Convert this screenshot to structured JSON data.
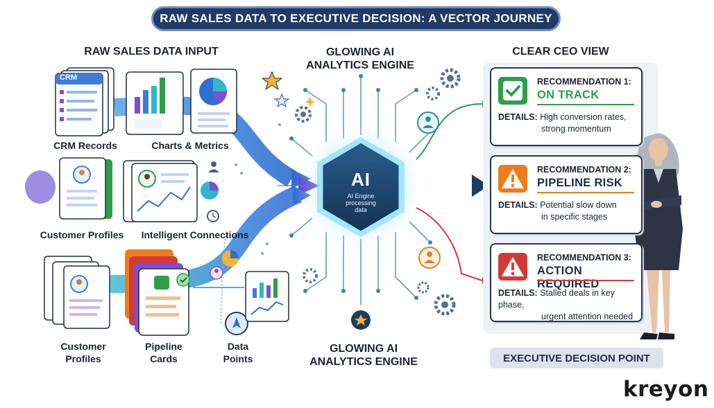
{
  "title": "RAW SALES DATA TO EXECUTIVE DECISION: A VECTOR JOURNEY",
  "left": {
    "heading": "RAW SALES DATA INPUT",
    "items": [
      {
        "label": "CRM Records",
        "card_text": "CRM"
      },
      {
        "label": "Charts & Metrics"
      },
      {
        "label": "Customer Profiles"
      },
      {
        "label": "Intelligent Connections"
      },
      {
        "label_line1": "Customer",
        "label_line2": "Profiles"
      },
      {
        "label_line1": "Pipeline",
        "label_line2": "Cards"
      },
      {
        "label_line1": "Data",
        "label_line2": "Points"
      }
    ]
  },
  "center": {
    "heading_line1": "GLOWING AI",
    "heading_line2": "ANALYTICS ENGINE",
    "core": "AI",
    "core_line1": "AI Engine",
    "core_line2": "processing",
    "core_line3": "data",
    "footer_line1": "GLOWING AI",
    "footer_line2": "ANALYTICS ENGINE"
  },
  "right": {
    "heading": "CLEAR CEO VIEW",
    "recommendations": [
      {
        "label": "RECOMMENDATION 1:",
        "status": "ON TRACK",
        "details_key": "DETAILS:",
        "details_line1": "High conversion rates,",
        "details_line2": "strong momentum",
        "color": "#2e9e4a"
      },
      {
        "label": "RECOMMENDATION 2:",
        "status": "PIPELINE RISK",
        "details_key": "DETAILS:",
        "details_line1": "Potential slow down",
        "details_line2": "in specific stages",
        "color": "#ee7b1e"
      },
      {
        "label": "RECOMMENDATION 3:",
        "status": "ACTION REQUIRED",
        "details_key": "DETAILS:",
        "details_line1": "Stalled deals in key phase,",
        "details_line2": "urgent attention needed",
        "color": "#d23a3a"
      }
    ],
    "decision_point": "EXECUTIVE DECISION POINT"
  },
  "brand": "kreyon",
  "colors": {
    "navy": "#1f3a63",
    "blue": "#3d7fd6",
    "purple": "#7b4fd6",
    "teal": "#2fb8c8",
    "green": "#2e9e4a",
    "orange": "#ee7b1e",
    "red": "#d23a3a"
  }
}
